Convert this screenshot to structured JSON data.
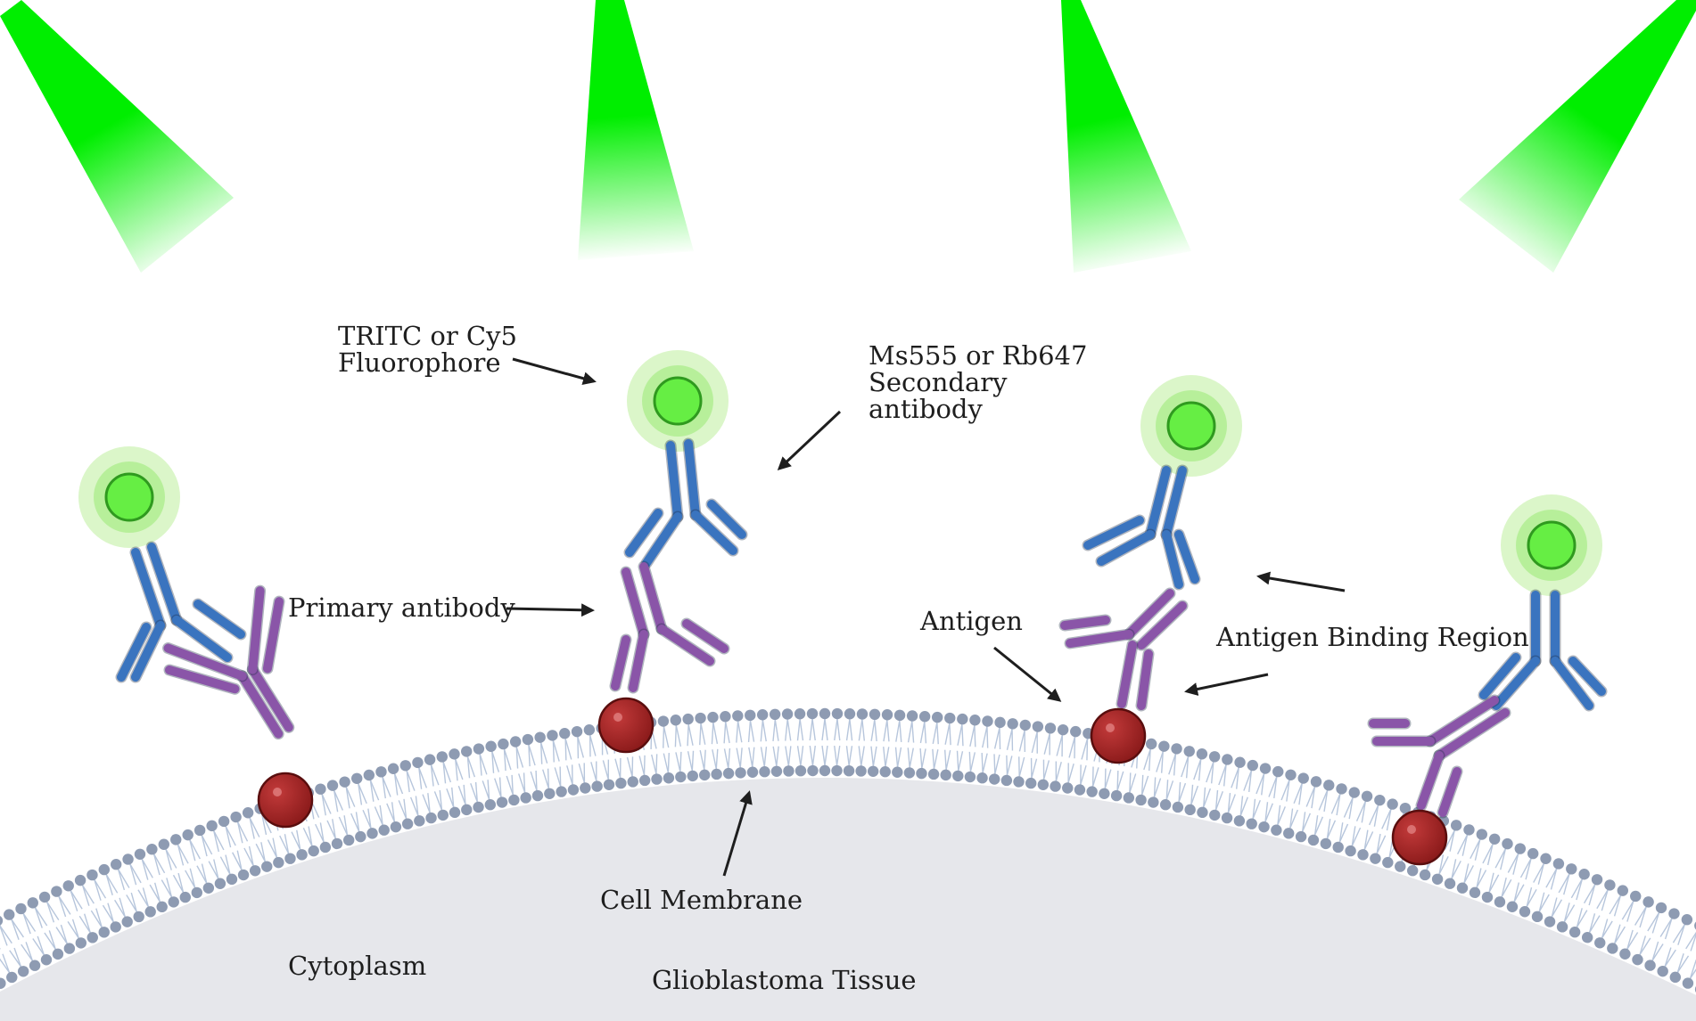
{
  "labels": {
    "fluorophore_line1": "TRITC or Cy5",
    "fluorophore_line2": "Fluorophore",
    "secondary_line1": "Ms555 or Rb647",
    "secondary_line2": "Secondary",
    "secondary_line3": "antibody",
    "primary": "Primary antibody",
    "antigen": "Antigen",
    "binding_region": "Antigen Binding Region",
    "membrane": "Cell Membrane",
    "cytoplasm": "Cytoplasm",
    "tissue": "Glioblastoma Tissue"
  },
  "colors": {
    "light_beam": "#00ee00",
    "fluorophore": "#66ee44",
    "fluorophore_glow": "#c8f5b0",
    "secondary_antibody": "#3a74bf",
    "primary_antibody": "#8a55a8",
    "antigen": "#9e2222",
    "membrane_head": "#8e9bb2",
    "membrane_tail": "#b7c6dc",
    "cytoplasm": "#e6e7eb",
    "arrow": "#1e1e1e"
  }
}
